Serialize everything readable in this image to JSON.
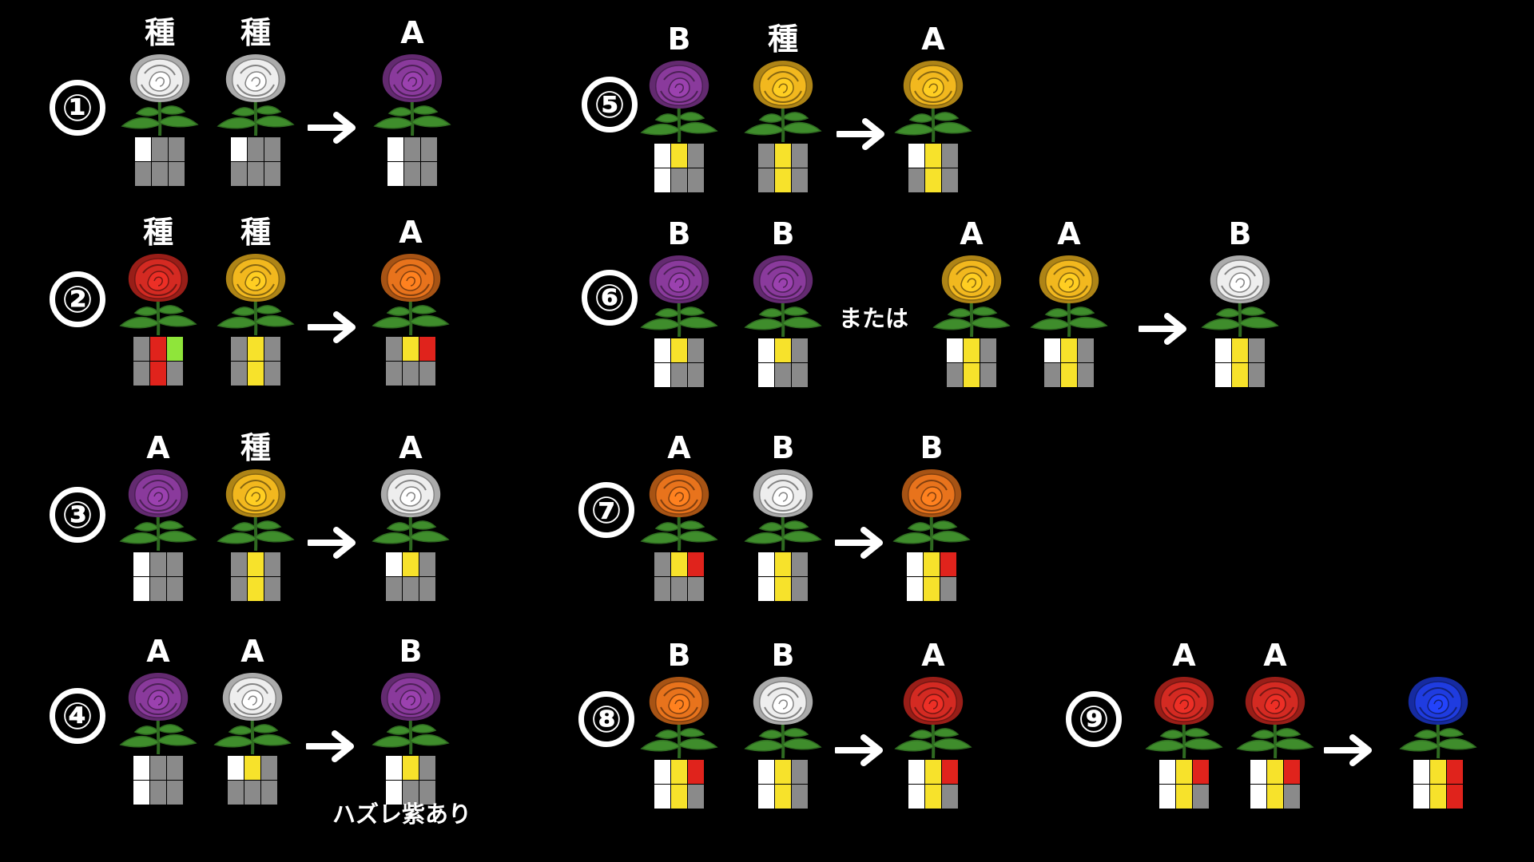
{
  "colors": {
    "background": "#000000",
    "white_rose": "#eeeeee",
    "red_rose": "#d42a22",
    "yellow_rose": "#f2b81e",
    "purple_rose": "#8a3a9c",
    "orange_rose": "#e8731c",
    "blue_rose": "#1f3ce0",
    "leaf": "#3f8d2c",
    "cell_gray": "#8a8a8a",
    "cell_white": "#ffffff",
    "cell_yellow": "#f7e22b",
    "cell_red": "#e0231c",
    "cell_green": "#8fe53a"
  },
  "text": {
    "or_label": "または",
    "note": "ハズレ紫あり"
  },
  "steps": [
    {
      "number": "①",
      "items": [
        {
          "label": "種",
          "rose": "white",
          "grid": [
            "white",
            "gray",
            "gray",
            "gray",
            "gray",
            "gray"
          ]
        },
        {
          "label": "種",
          "rose": "white",
          "grid": [
            "white",
            "gray",
            "gray",
            "gray",
            "gray",
            "gray"
          ]
        },
        {
          "arrow": true
        },
        {
          "label": "A",
          "rose": "purple",
          "grid": [
            "white",
            "gray",
            "gray",
            "white",
            "gray",
            "gray"
          ]
        }
      ]
    },
    {
      "number": "②",
      "items": [
        {
          "label": "種",
          "rose": "red",
          "grid": [
            "gray",
            "red",
            "green",
            "gray",
            "red",
            "gray"
          ]
        },
        {
          "label": "種",
          "rose": "yellow",
          "grid": [
            "gray",
            "yellow",
            "gray",
            "gray",
            "yellow",
            "gray"
          ]
        },
        {
          "arrow": true
        },
        {
          "label": "A",
          "rose": "orange",
          "grid": [
            "gray",
            "yellow",
            "red",
            "gray",
            "gray",
            "gray"
          ]
        }
      ]
    },
    {
      "number": "③",
      "items": [
        {
          "label": "A",
          "rose": "purple",
          "grid": [
            "white",
            "gray",
            "gray",
            "white",
            "gray",
            "gray"
          ]
        },
        {
          "label": "種",
          "rose": "yellow",
          "grid": [
            "gray",
            "yellow",
            "gray",
            "gray",
            "yellow",
            "gray"
          ]
        },
        {
          "arrow": true
        },
        {
          "label": "A",
          "rose": "white",
          "grid": [
            "white",
            "yellow",
            "gray",
            "gray",
            "gray",
            "gray"
          ]
        }
      ]
    },
    {
      "number": "④",
      "items": [
        {
          "label": "A",
          "rose": "purple",
          "grid": [
            "white",
            "gray",
            "gray",
            "white",
            "gray",
            "gray"
          ]
        },
        {
          "label": "A",
          "rose": "white",
          "grid": [
            "white",
            "yellow",
            "gray",
            "gray",
            "gray",
            "gray"
          ]
        },
        {
          "arrow": true
        },
        {
          "label": "B",
          "rose": "purple",
          "grid": [
            "white",
            "yellow",
            "gray",
            "white",
            "gray",
            "gray"
          ]
        }
      ]
    },
    {
      "number": "⑤",
      "items": [
        {
          "label": "B",
          "rose": "purple",
          "grid": [
            "white",
            "yellow",
            "gray",
            "white",
            "gray",
            "gray"
          ]
        },
        {
          "label": "種",
          "rose": "yellow",
          "grid": [
            "gray",
            "yellow",
            "gray",
            "gray",
            "yellow",
            "gray"
          ]
        },
        {
          "arrow": true
        },
        {
          "label": "A",
          "rose": "yellow",
          "grid": [
            "white",
            "yellow",
            "gray",
            "gray",
            "yellow",
            "gray"
          ]
        }
      ]
    },
    {
      "number": "⑥",
      "items": [
        {
          "label": "B",
          "rose": "purple",
          "grid": [
            "white",
            "yellow",
            "gray",
            "white",
            "gray",
            "gray"
          ]
        },
        {
          "label": "B",
          "rose": "purple",
          "grid": [
            "white",
            "yellow",
            "gray",
            "white",
            "gray",
            "gray"
          ]
        },
        {
          "label": "A",
          "rose": "yellow",
          "grid": [
            "white",
            "yellow",
            "gray",
            "gray",
            "yellow",
            "gray"
          ]
        },
        {
          "label": "A",
          "rose": "yellow",
          "grid": [
            "white",
            "yellow",
            "gray",
            "gray",
            "yellow",
            "gray"
          ]
        },
        {
          "arrow": true
        },
        {
          "label": "B",
          "rose": "white",
          "grid": [
            "white",
            "yellow",
            "gray",
            "white",
            "yellow",
            "gray"
          ]
        }
      ]
    },
    {
      "number": "⑦",
      "items": [
        {
          "label": "A",
          "rose": "orange",
          "grid": [
            "gray",
            "yellow",
            "red",
            "gray",
            "gray",
            "gray"
          ]
        },
        {
          "label": "B",
          "rose": "white",
          "grid": [
            "white",
            "yellow",
            "gray",
            "white",
            "yellow",
            "gray"
          ]
        },
        {
          "arrow": true
        },
        {
          "label": "B",
          "rose": "orange",
          "grid": [
            "white",
            "yellow",
            "red",
            "white",
            "yellow",
            "gray"
          ]
        }
      ]
    },
    {
      "number": "⑧",
      "items": [
        {
          "label": "B",
          "rose": "orange",
          "grid": [
            "white",
            "yellow",
            "red",
            "white",
            "yellow",
            "gray"
          ]
        },
        {
          "label": "B",
          "rose": "white",
          "grid": [
            "white",
            "yellow",
            "gray",
            "white",
            "yellow",
            "gray"
          ]
        },
        {
          "arrow": true
        },
        {
          "label": "A",
          "rose": "red",
          "grid": [
            "white",
            "yellow",
            "red",
            "white",
            "yellow",
            "gray"
          ]
        }
      ]
    },
    {
      "number": "⑨",
      "items": [
        {
          "label": "A",
          "rose": "red",
          "grid": [
            "white",
            "yellow",
            "red",
            "white",
            "yellow",
            "gray"
          ]
        },
        {
          "label": "A",
          "rose": "red",
          "grid": [
            "white",
            "yellow",
            "red",
            "white",
            "yellow",
            "gray"
          ]
        },
        {
          "arrow": true
        },
        {
          "label": "",
          "rose": "blue",
          "grid": [
            "white",
            "yellow",
            "red",
            "white",
            "yellow",
            "red"
          ]
        }
      ]
    }
  ]
}
